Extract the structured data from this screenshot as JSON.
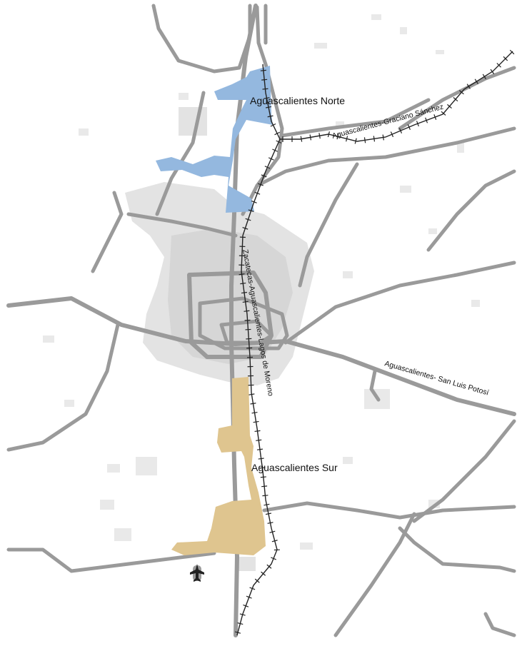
{
  "map": {
    "zones": [
      {
        "name": "Aguascalientes Norte",
        "color": "#94b8df"
      },
      {
        "name": "Aguascalientes Sur",
        "color": "#dfc58f"
      }
    ],
    "rail_lines": [
      {
        "name": "Aguascalientes-Graciano Sánchez"
      },
      {
        "name": "Zacatecas-Aguascalientes-Lagos de Moreno"
      }
    ],
    "roads": [
      {
        "name": "Aguascalientes- San Luis Potosí"
      }
    ],
    "icons": {
      "airport": "airplane-icon"
    },
    "colors": {
      "roads": "#9a9a9a",
      "urban_area": "#e3e3e3",
      "railway": "#222222",
      "background": "#ffffff"
    }
  }
}
